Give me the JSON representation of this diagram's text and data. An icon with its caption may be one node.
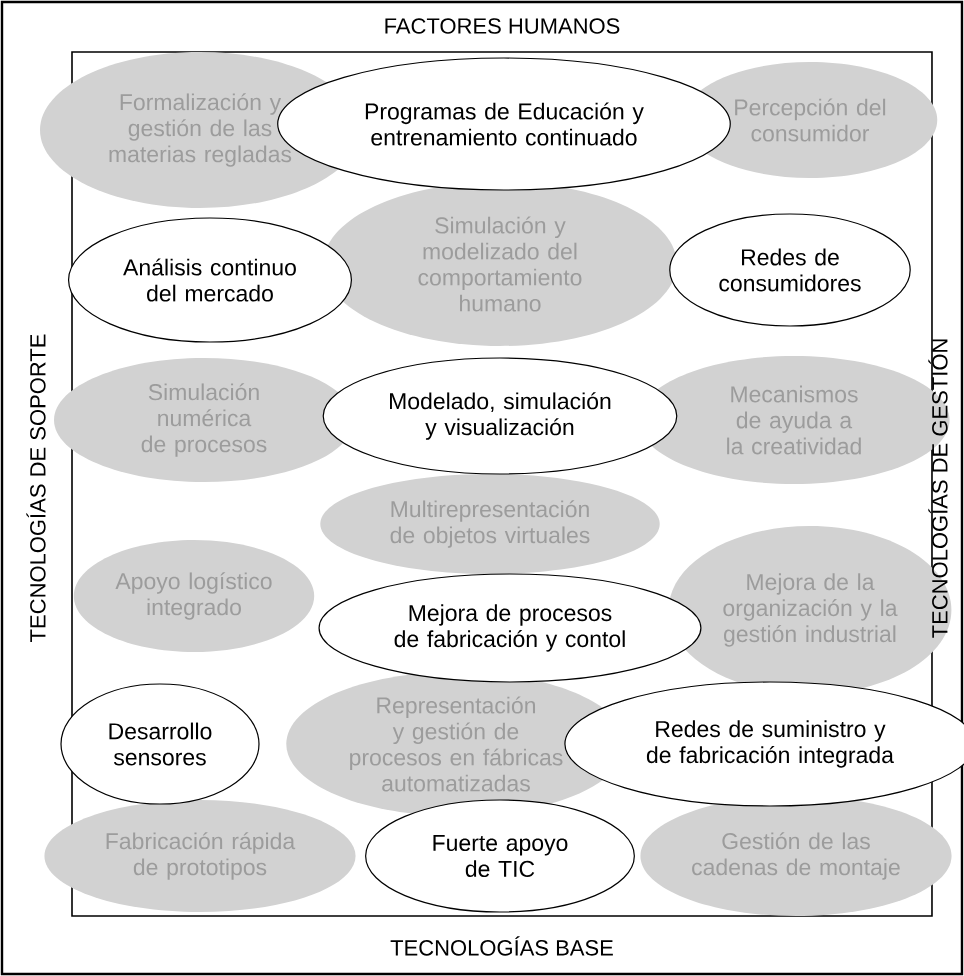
{
  "diagram": {
    "nodes": [
      {
        "text": [
          "Formalización y gestión de las materias regladas"
        ]
      },
      {
        "text": [
          "Programas de Educación y entrenamiento continuado"
        ]
      },
      {
        "text": [
          "Percepción del consumidor"
        ]
      },
      {
        "text": [
          "Análisis continuo del mercado"
        ]
      },
      {
        "text": [
          "Simulación y modelizado del comportamiento humano"
        ]
      },
      {
        "text": [
          "Redes de consumidores"
        ]
      },
      {
        "text": [
          "Simulación numérica de procesos"
        ]
      },
      {
        "text": [
          "Modelado, simulación y visualización"
        ]
      },
      {
        "text": [
          "Mecanismos de ayuda a la creatividad"
        ]
      },
      {
        "text": [
          "Multirepresentación de objetos virtuales"
        ]
      },
      {
        "text": [
          "Apoyo logístico integrado"
        ]
      },
      {
        "text": [
          "Mejora de procesos de fabricación y contol"
        ]
      },
      {
        "text": [
          "Mejora de la organización y la gestión industrial"
        ]
      },
      {
        "text": [
          "Desarrollo sensores"
        ]
      },
      {
        "text": [
          "Representación y gestión de procesos en fábricas automatizadas"
        ]
      },
      {
        "text": [
          "Redes de suministro y de fabricación integrada"
        ]
      },
      {
        "text": [
          "Fabricación rápida de prototipos"
        ]
      },
      {
        "text": [
          "Fuerte apoyo de TIC"
        ]
      },
      {
        "text": [
          "Gestión de las cadenas de montaje"
        ]
      }
    ],
    "labels": [
      "FACTORES HUMANOS",
      "TECNOLOGÍAS DE SOPORTE",
      "TECNOLOGÍAS DE GESTIÓN",
      "TECNOLOGÍAS BASE"
    ]
  }
}
